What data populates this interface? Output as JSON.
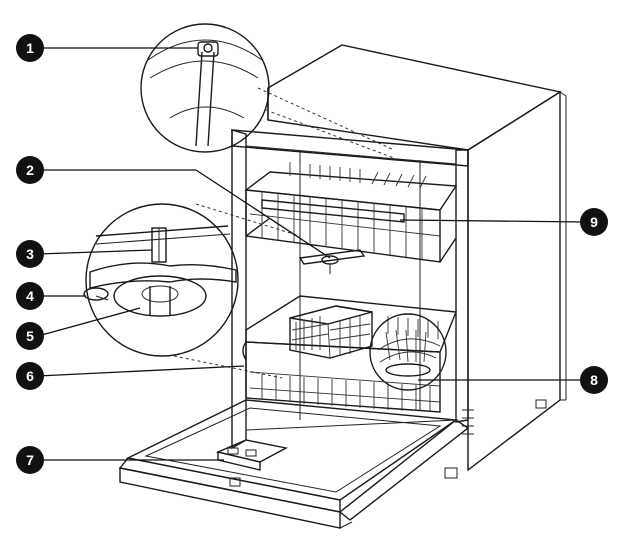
{
  "diagram": {
    "callouts": [
      {
        "id": "callout-1",
        "label": "1"
      },
      {
        "id": "callout-2",
        "label": "2"
      },
      {
        "id": "callout-3",
        "label": "3"
      },
      {
        "id": "callout-4",
        "label": "4"
      },
      {
        "id": "callout-5",
        "label": "5"
      },
      {
        "id": "callout-6",
        "label": "6"
      },
      {
        "id": "callout-7",
        "label": "7"
      },
      {
        "id": "callout-8",
        "label": "8"
      },
      {
        "id": "callout-9",
        "label": "9"
      }
    ],
    "colors": {
      "line": "#1a1a1a",
      "callout_fill": "#111111",
      "callout_text": "#ffffff",
      "panel": "#ffffff",
      "shadow": "#e8e8e8"
    }
  }
}
